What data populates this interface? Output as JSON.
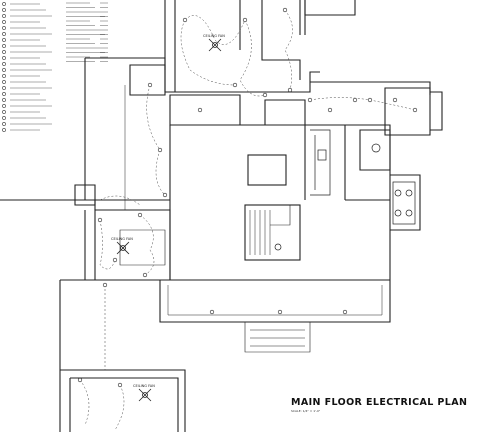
{
  "title": "MAIN FLOOR ELECTRICAL PLAN",
  "scale_note": "SCALE: 1/4\" = 1'-0\"",
  "fixture_labels": [
    "CEILING FAN",
    "CEILING FAN",
    "CEILING FAN"
  ],
  "colors": {
    "line": "#222222",
    "wire": "#444444",
    "fill": "#ffffff"
  },
  "legend_symbol_count": 22
}
